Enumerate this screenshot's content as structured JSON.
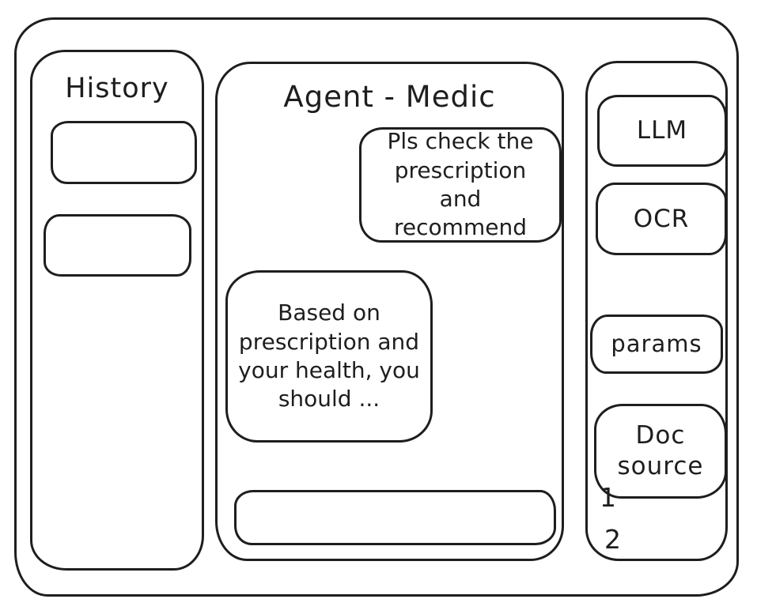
{
  "app": {
    "title": "Agent - Medic"
  },
  "history_panel": {
    "title": "History",
    "items": [
      {
        "label": ""
      },
      {
        "label": ""
      }
    ]
  },
  "chat_panel": {
    "title": "Agent - Medic",
    "messages": [
      {
        "role": "user",
        "text": "Pls check the prescription and recommend"
      },
      {
        "role": "assistant",
        "text": "Based on prescription and your health, you should ..."
      }
    ],
    "input": {
      "value": ""
    }
  },
  "tools_panel": {
    "modules": [
      {
        "label": "LLM"
      },
      {
        "label": "OCR"
      },
      {
        "label": "params"
      },
      {
        "label": "Doc source"
      }
    ],
    "annotations": [
      "1",
      "2"
    ]
  },
  "colors": {
    "stroke": "#1e1e1e",
    "background": "#ffffff"
  }
}
